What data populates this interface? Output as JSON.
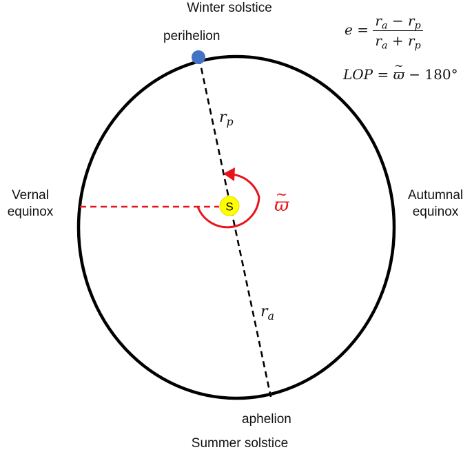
{
  "labels": {
    "winter_solstice": "Winter solstice",
    "summer_solstice": "Summer solstice",
    "vernal_line1": "Vernal",
    "vernal_line2": "equinox",
    "autumnal_line1": "Autumnal",
    "autumnal_line2": "equinox",
    "perihelion": "perihelion",
    "aphelion": "aphelion",
    "sun": "S"
  },
  "symbols": {
    "r_p_base": "r",
    "r_p_sub": "p",
    "r_a_base": "r",
    "r_a_sub": "a",
    "omega": "ϖ"
  },
  "equations": {
    "eccentricity_lhs": "e =",
    "eccentricity_num_a": "r",
    "eccentricity_num_a_sub": "a",
    "eccentricity_num_op": " − ",
    "eccentricity_num_p": "r",
    "eccentricity_num_p_sub": "p",
    "eccentricity_den_a": "r",
    "eccentricity_den_a_sub": "a",
    "eccentricity_den_op": " + ",
    "eccentricity_den_p": "r",
    "eccentricity_den_p_sub": "p",
    "lop_lhs": "LOP",
    "lop_eq": " = ",
    "lop_omega": "ϖ",
    "lop_rest": " − 180°"
  },
  "colors": {
    "orbit": "#000000",
    "sun_fill": "#ffff00",
    "perihelion_point": "#4472c4",
    "longitude_arc": "#e8141c",
    "vernal_line": "#e8141c",
    "apsis_line": "#000000"
  }
}
